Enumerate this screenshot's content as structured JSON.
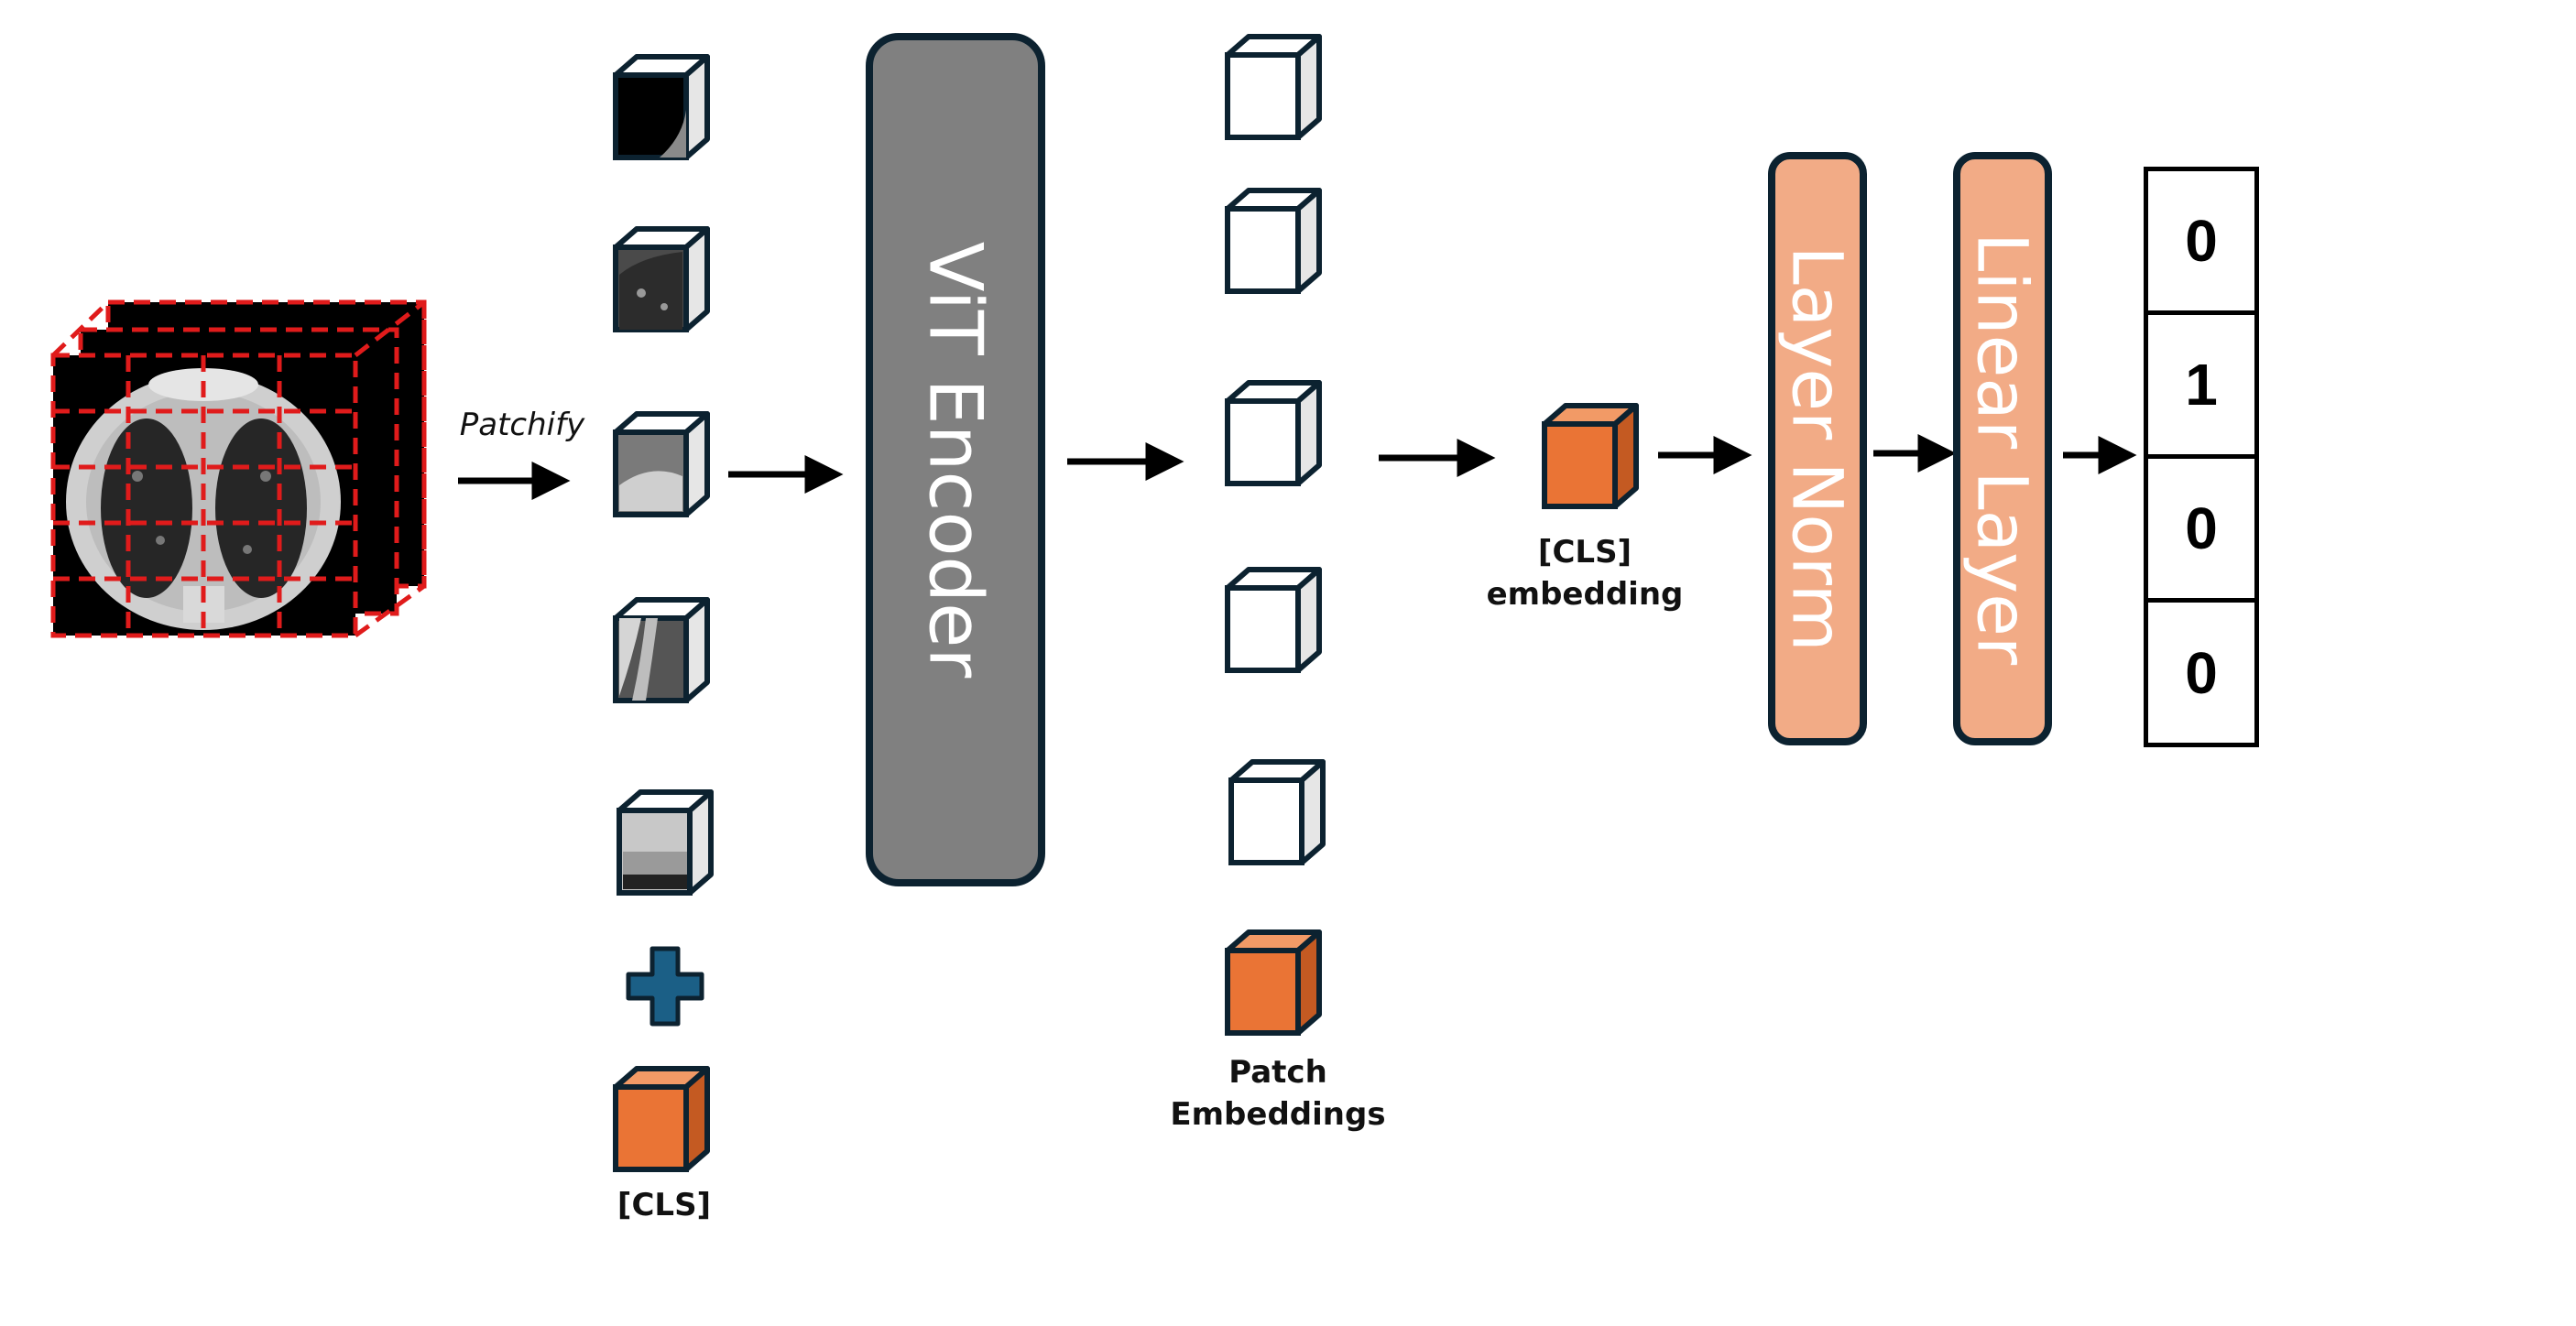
{
  "steps": {
    "patchify_label": "Patchify"
  },
  "labels": {
    "cls_token": "[CLS]",
    "patch_embeddings_line1": "Patch",
    "patch_embeddings_line2": "Embeddings",
    "cls_embedding_line1": "[CLS]",
    "cls_embedding_line2": "embedding"
  },
  "blocks": {
    "vit_encoder": "ViT Encoder",
    "layer_norm": "Layer Norm",
    "linear_layer": "Linear Layer"
  },
  "output": {
    "values": [
      "0",
      "1",
      "0",
      "0"
    ]
  },
  "colors": {
    "encoder_fill": "#808080",
    "head_fill": "#f2ab86",
    "token_orange": "#ea7435",
    "outline": "#0c2230",
    "patch_grid": "#e01b1b",
    "plus": "#1b5f86"
  }
}
